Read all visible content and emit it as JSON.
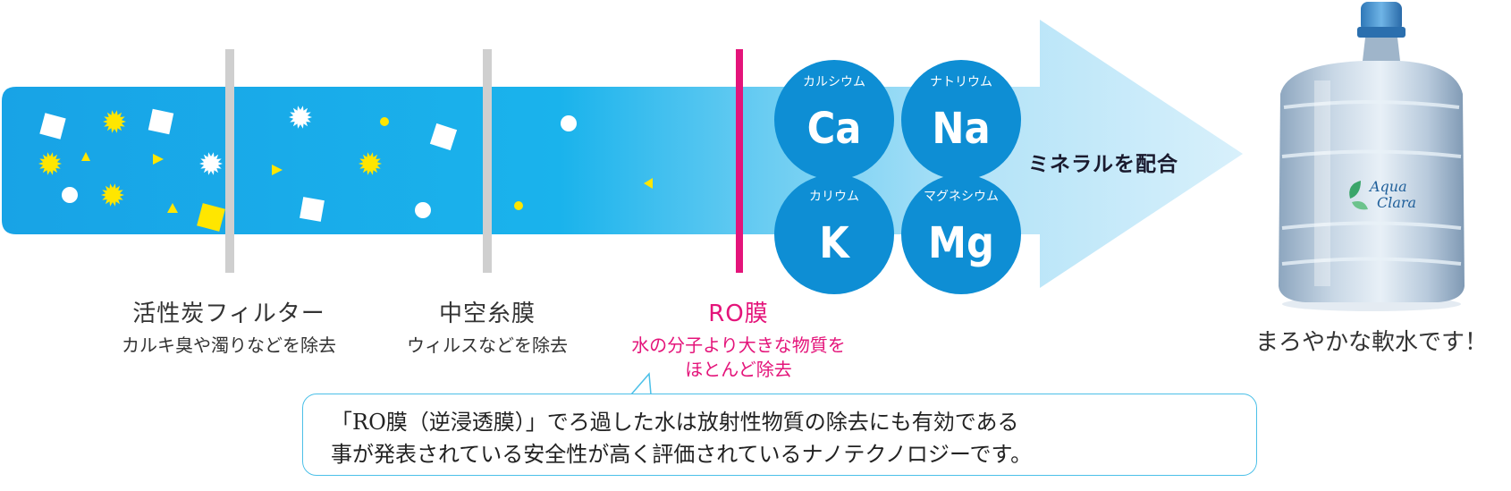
{
  "stages": [
    {
      "id": "carbon",
      "title": "活性炭フィルター",
      "subtitle": "カルキ臭や濁りなどを除去"
    },
    {
      "id": "hollow",
      "title": "中空糸膜",
      "subtitle": "ウィルスなどを除去"
    },
    {
      "id": "ro",
      "title": "RO膜",
      "subtitle_lines": [
        "水の分子より大きな物質を",
        "ほとんど除去"
      ]
    }
  ],
  "minerals": [
    {
      "name": "カルシウム",
      "symbol": "Ca"
    },
    {
      "name": "ナトリウム",
      "symbol": "Na"
    },
    {
      "name": "カリウム",
      "symbol": "K"
    },
    {
      "name": "マグネシウム",
      "symbol": "Mg"
    }
  ],
  "mineral_label": "ミネラルを配合",
  "bottle": {
    "brand_line1": "Aqua",
    "brand_line2": "Clara",
    "caption": "まろやかな軟水です！"
  },
  "callout": {
    "lines": [
      "「RO膜（逆浸透膜）」でろ過した水は放射性物質の除去にも有効である",
      "事が発表されている安全性が高く評価されているナノテクノロジーです。"
    ]
  },
  "colors": {
    "accent_blue": "#1aa0e0",
    "ro_pink": "#e4147a",
    "filter_gray": "#cfcfcf",
    "particle_yellow": "#ffe600",
    "circle_blue": "#0e8ed4",
    "callout_border": "#4cc0e8"
  }
}
